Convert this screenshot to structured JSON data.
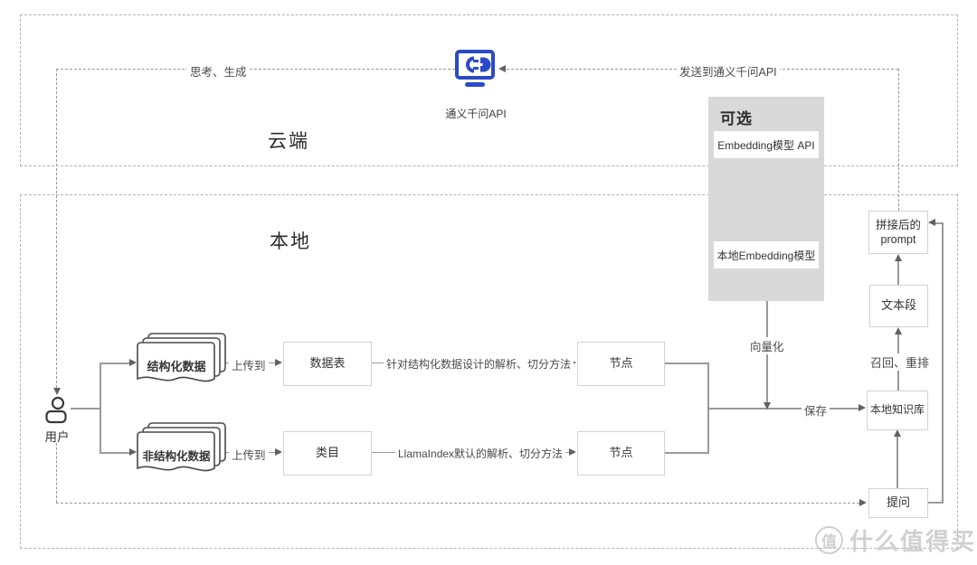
{
  "regions": {
    "cloud": "云端",
    "local": "本地"
  },
  "api": {
    "label": "通义千问API"
  },
  "optional_panel": {
    "title": "可选",
    "items": [
      "Embedding模型 API",
      "本地Embedding模型"
    ]
  },
  "nodes": {
    "user": "用户",
    "structured_data": "结构化数据",
    "unstructured_data": "非结构化数据",
    "data_table": "数据表",
    "category": "类目",
    "node_top": "节点",
    "node_bottom": "节点",
    "knowledge_base": "本地知识库",
    "question": "提问",
    "text_segment": "文本段",
    "prompt_line1": "拼接后的",
    "prompt_line2": "prompt"
  },
  "edges": {
    "think_generate": "思考、生成",
    "send_to_api": "发送到通义千问API",
    "upload": "上传到",
    "structured_parse": "针对结构化数据设计的解析、切分方法",
    "default_parse": "LlamaIndex默认的解析、切分方法",
    "vectorize": "向量化",
    "save": "保存",
    "recall_rerank": "召回、重排"
  },
  "watermark": {
    "badge": "值",
    "text": "什么值得买"
  },
  "colors": {
    "accent_blue": "#2b4ac6",
    "panel_gray": "#d9d9d9",
    "line_gray": "#9a9a9a",
    "watermark_gray": "#d0d0d0"
  }
}
